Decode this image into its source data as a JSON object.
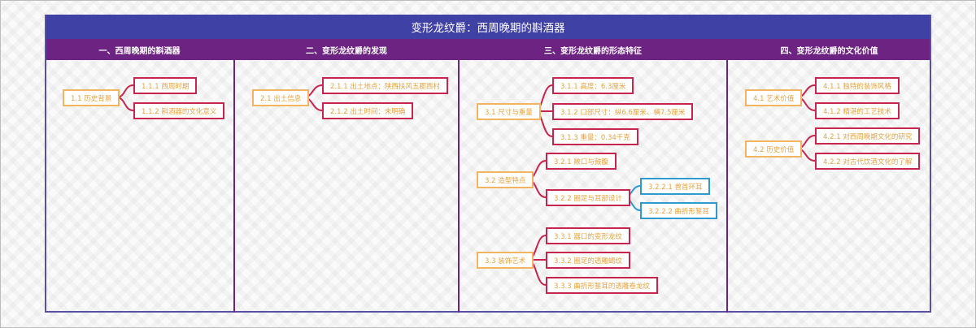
{
  "title": "变形龙纹爵：西周晚期的斟酒器",
  "colors": {
    "title_bg": "#4041a5",
    "header_bg": "#6d2382",
    "level1_border": "#f2b460",
    "level2_border": "#c8254e",
    "level3_border": "#2d9ad0",
    "node_text": "#e8a23c"
  },
  "columns": [
    {
      "header": "一、西周晚期的斟酒器",
      "groups": [
        {
          "label": "1.1 历史背景",
          "children": [
            {
              "label": "1.1.1 西周时期"
            },
            {
              "label": "1.1.2 斟酒器的文化意义"
            }
          ]
        }
      ]
    },
    {
      "header": "二、变形龙纹爵的发现",
      "groups": [
        {
          "label": "2.1 出土信息",
          "children": [
            {
              "label": "2.1.1 出土地点：陕西扶风五郡西村"
            },
            {
              "label": "2.1.2 出土时间：未明确"
            }
          ]
        }
      ]
    },
    {
      "header": "三、变形龙纹爵的形态特征",
      "groups": [
        {
          "label": "3.1 尺寸与重量",
          "children": [
            {
              "label": "3.1.1 高度：6.3厘米"
            },
            {
              "label": "3.1.2 口部尺寸：纵6.6厘米、横7.5厘米"
            },
            {
              "label": "3.1.3 重量：0.34千克"
            }
          ]
        },
        {
          "label": "3.2 造型特点",
          "children": [
            {
              "label": "3.2.1 敞口与鼓腹"
            },
            {
              "label": "3.2.2 圈足与耳部设计",
              "children": [
                {
                  "label": "3.2.2.1 兽首环耳"
                },
                {
                  "label": "3.2.2.2 曲折形錾耳"
                }
              ]
            }
          ]
        },
        {
          "label": "3.3 装饰艺术",
          "children": [
            {
              "label": "3.3.1 器口的变形龙纹"
            },
            {
              "label": "3.3.2 圈足的透雕蝎纹"
            },
            {
              "label": "3.3.3 曲折形錾耳的透雕卷龙纹"
            }
          ]
        }
      ]
    },
    {
      "header": "四、变形龙纹爵的文化价值",
      "groups": [
        {
          "label": "4.1 艺术价值",
          "children": [
            {
              "label": "4.1.1 独特的装饰风格"
            },
            {
              "label": "4.1.2 精湛的工艺技术"
            }
          ]
        },
        {
          "label": "4.2 历史价值",
          "children": [
            {
              "label": "4.2.1 对西周晚期文化的研究"
            },
            {
              "label": "4.2.2 对古代饮酒文化的了解"
            }
          ]
        }
      ]
    }
  ]
}
